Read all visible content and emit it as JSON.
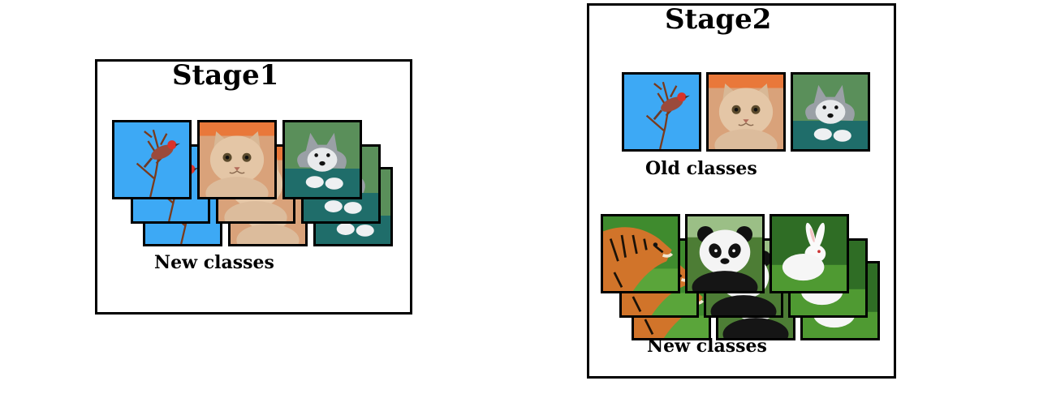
{
  "stage1": {
    "title": "Stage1",
    "caption": "New classes",
    "classes": [
      "bird",
      "cat",
      "dog"
    ]
  },
  "stage2": {
    "title": "Stage2",
    "old_caption": "Old classes",
    "new_caption": "New classes",
    "old_classes": [
      "bird",
      "cat",
      "dog"
    ],
    "new_classes": [
      "tiger",
      "panda",
      "rabbit"
    ]
  },
  "icons": {
    "bird": "bird-photo-icon",
    "cat": "cat-photo-icon",
    "dog": "dog-photo-icon",
    "tiger": "tiger-photo-icon",
    "panda": "panda-photo-icon",
    "rabbit": "rabbit-photo-icon"
  },
  "colors": {
    "frame": "#000000",
    "bird_background": "#3da9f5",
    "cat_background": "#d9a27a",
    "dog_background": "#5a8f5a",
    "tiger_background": "#3f8b2e",
    "panda_background": "#4d7d35",
    "rabbit_background": "#2f6d25"
  }
}
